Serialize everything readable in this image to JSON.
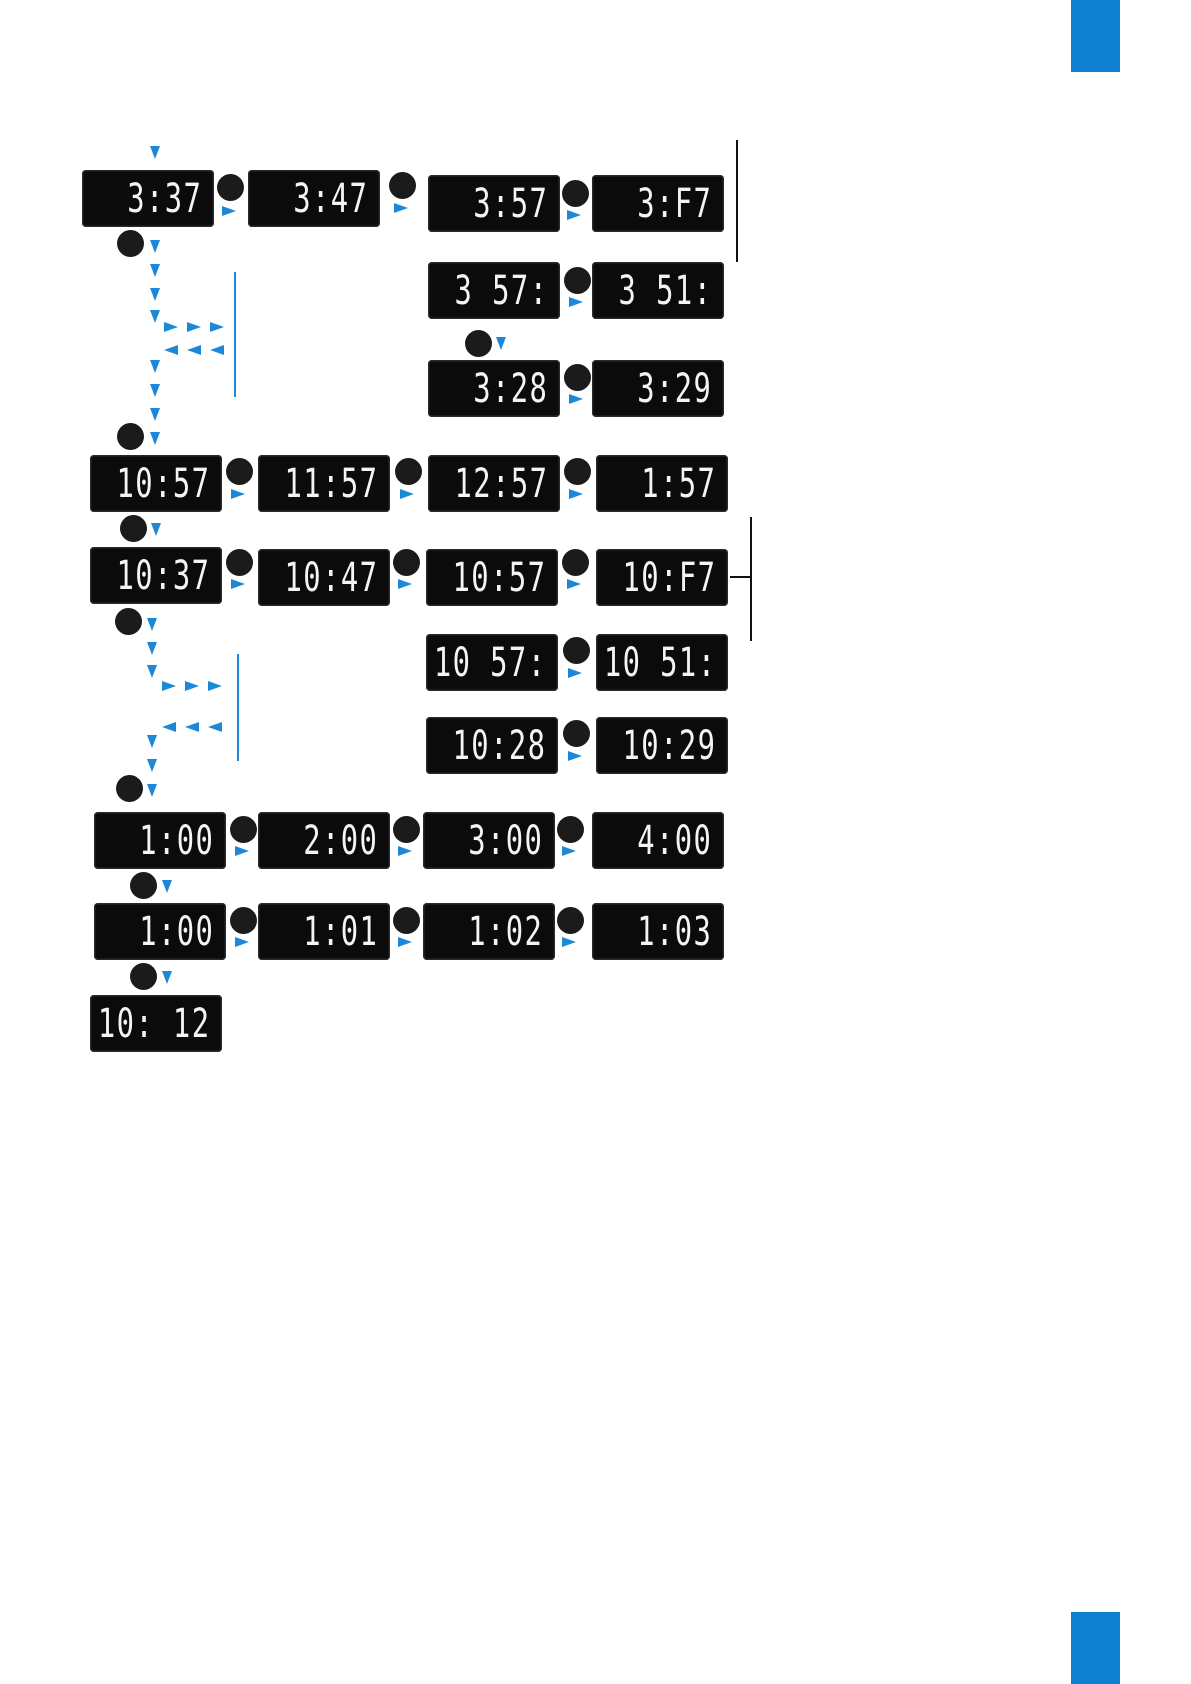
{
  "colors": {
    "accent": "#0f7fd0",
    "arrow": "#1e88d8",
    "display_bg": "#0b0b0b",
    "button": "#1b1b1b"
  },
  "displays": {
    "r1": [
      "3:37",
      "3:47",
      "3:57",
      "3:F7"
    ],
    "r2": [
      "3 57:",
      "3 51:"
    ],
    "r3": [
      "3:28",
      "3:29"
    ],
    "r4": [
      "10:57",
      "11:57",
      "12:57",
      "1:57"
    ],
    "r5": [
      "10:37",
      "10:47",
      "10:57",
      "10:F7"
    ],
    "r6": [
      "10 57:",
      "10 51:"
    ],
    "r7": [
      "10:28",
      "10:29"
    ],
    "r8": [
      "1:00",
      "2:00",
      "3:00",
      "4:00"
    ],
    "r9": [
      "1:00",
      "1:01",
      "1:02",
      "1:03"
    ],
    "r10": [
      "10: 12"
    ]
  }
}
